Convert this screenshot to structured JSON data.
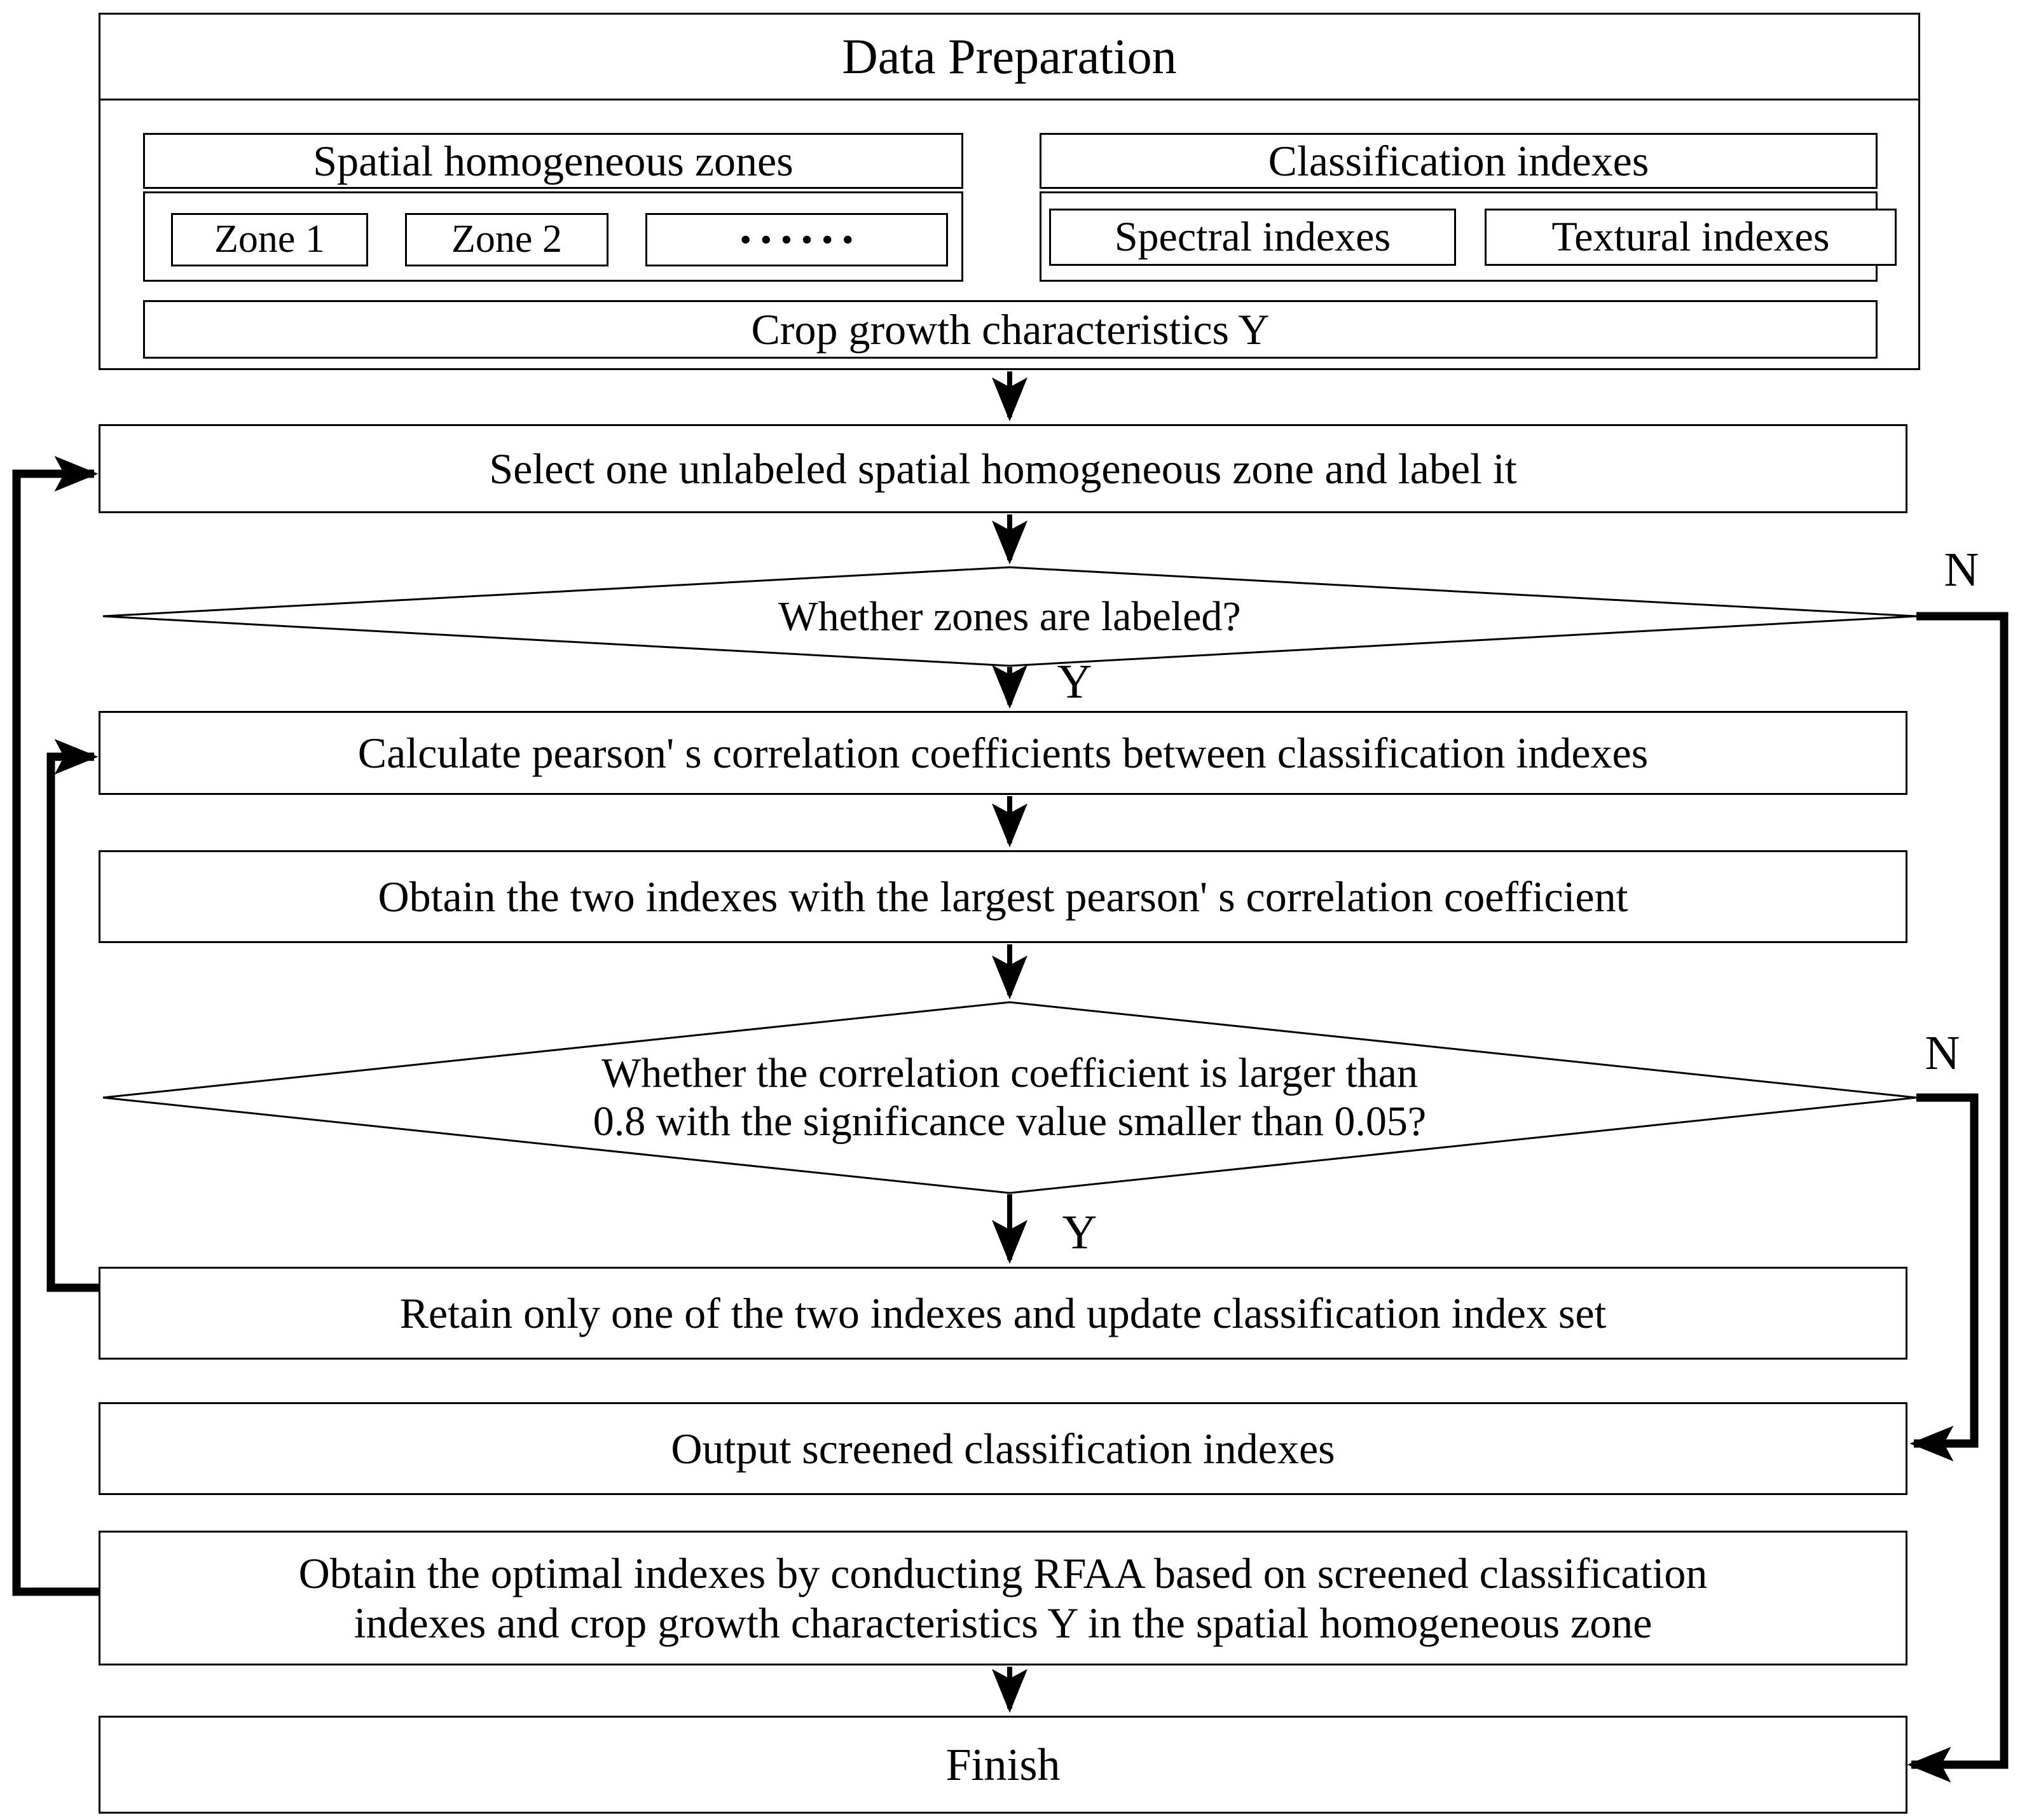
{
  "figure": {
    "data_preparation": {
      "title": "Data Preparation",
      "spatial": {
        "title": "Spatial homogeneous zones",
        "zone1": "Zone 1",
        "zone2": "Zone 2",
        "dots": "••••••"
      },
      "classification": {
        "title": "Classification indexes",
        "spectral": "Spectral indexes",
        "textural": "Textural indexes"
      },
      "crop": "Crop growth characteristics Y"
    },
    "steps": {
      "select": "Select one unlabeled spatial homogeneous zone and label it",
      "decision1": "Whether zones are labeled?",
      "calculate": "Calculate pearson' s correlation coefficients between classification indexes",
      "obtain": "Obtain the two indexes with the largest pearson' s correlation coefficient",
      "decision2_line1": "Whether the correlation coefficient is larger than",
      "decision2_line2": "0.8 with the significance value smaller than 0.05?",
      "retain": "Retain only one of the two indexes and update classification index set",
      "output": "Output screened classification indexes",
      "rfaa_line1": "Obtain the optimal indexes by conducting RFAA based on screened classification",
      "rfaa_line2": "indexes and crop growth characteristics Y in the spatial homogeneous zone",
      "finish": "Finish"
    },
    "labels": {
      "yes1": "Y",
      "yes2": "Y",
      "no1": "N",
      "no2": "N"
    },
    "colors": {
      "line": "#000000",
      "background": "#ffffff"
    }
  }
}
